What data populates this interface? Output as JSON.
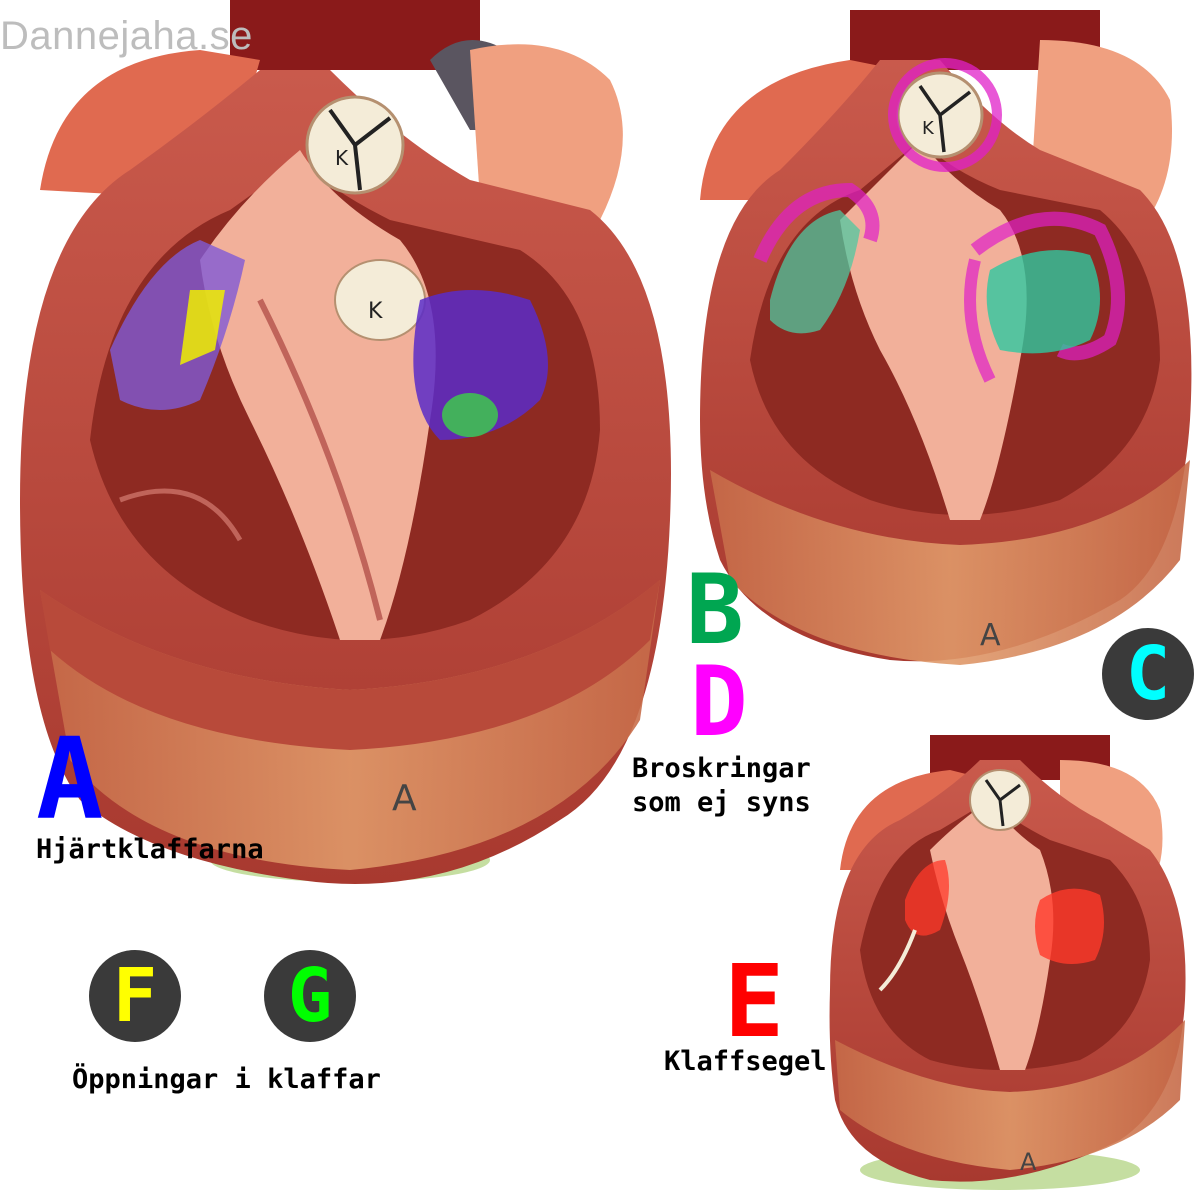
{
  "watermark": "Dannejaha.se",
  "labels": {
    "a": "A",
    "b": "B",
    "c": "C",
    "d": "D",
    "e": "E",
    "f": "F",
    "g": "G"
  },
  "captions": {
    "a": "Hjärtklaffarna",
    "d": "Broskringar\nsom ej syns",
    "e": "Klaffsegel",
    "fg": "Öppningar i klaffar"
  },
  "colors": {
    "a": "#0000ff",
    "b": "#00a651",
    "c": "#00ffff",
    "d": "#ff00ff",
    "e": "#ff0000",
    "f": "#ffff00",
    "g": "#00ff00",
    "circle_bg": "#3a3a3a"
  },
  "figures": [
    {
      "name": "heart-model-main",
      "highlights": [
        "valves-purple",
        "opening-yellow",
        "opening-green"
      ]
    },
    {
      "name": "heart-model-top-right",
      "highlights": [
        "cusps-teal",
        "rings-magenta"
      ]
    },
    {
      "name": "heart-model-bottom-right",
      "highlights": [
        "leaflets-red"
      ]
    }
  ]
}
